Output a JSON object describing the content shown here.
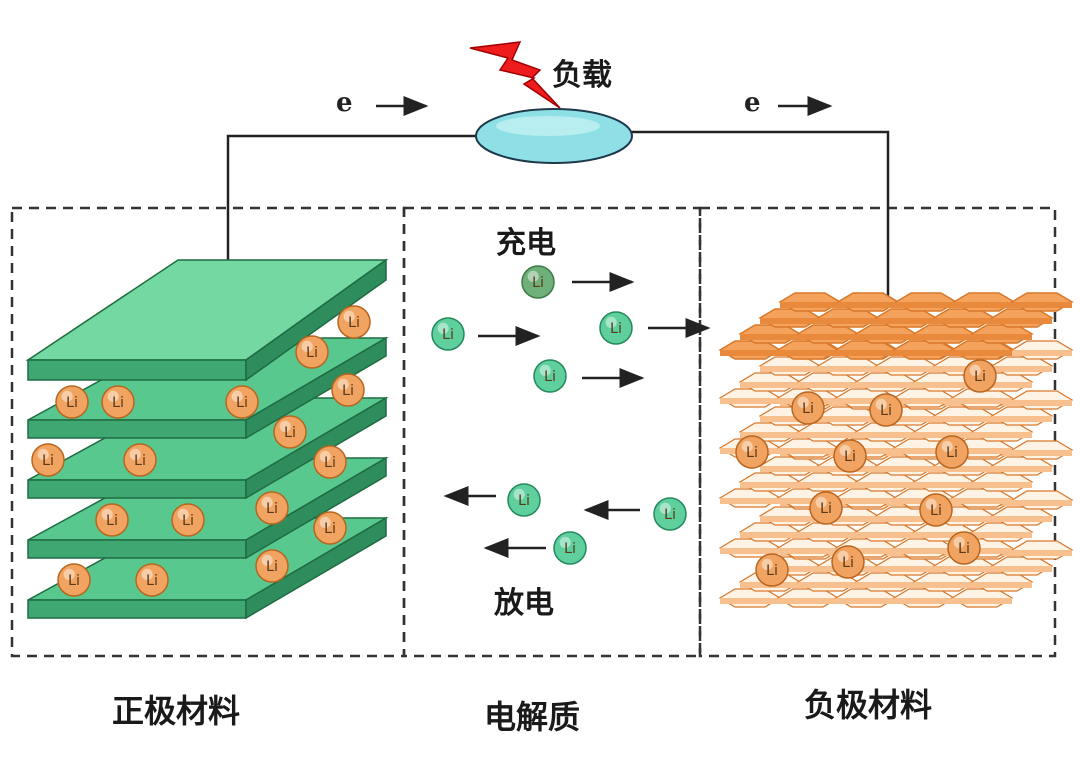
{
  "diagram": {
    "load_label": "负载",
    "electron_symbol": "e",
    "charge_label": "充电",
    "discharge_label": "放电",
    "ion_symbol": "Li",
    "cathode_label": "正极材料",
    "electrolyte_label": "电解质",
    "anode_label": "负极材料"
  },
  "colors": {
    "cathode_plate": "#58c88f",
    "cathode_top": "#74d8a2",
    "anode_hex": "#f5a35c",
    "ion_orange": "#f1a461",
    "ion_green": "#5fcf9e",
    "load_body": "#8fe0e6",
    "bolt": "#ee1c1c",
    "wire": "#222222"
  }
}
